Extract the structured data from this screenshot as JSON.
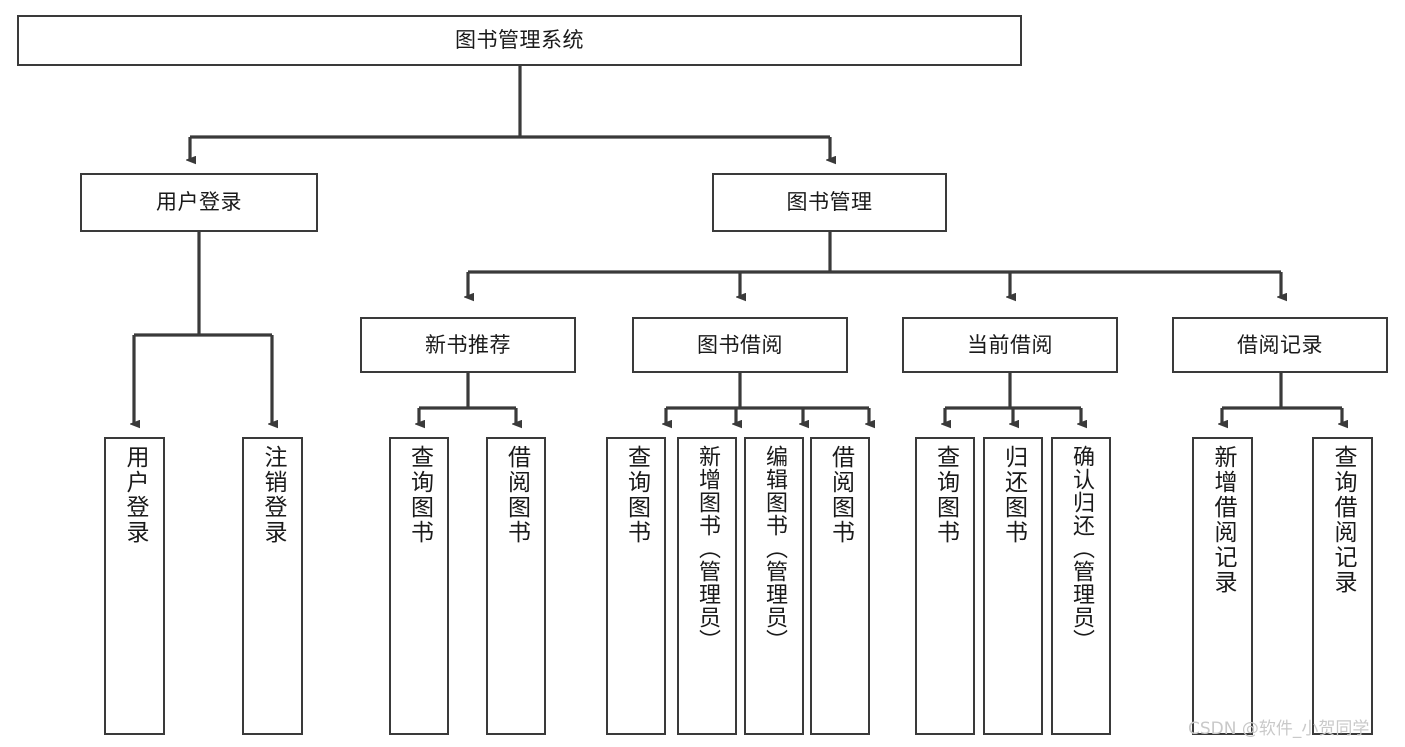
{
  "diagram": {
    "type": "tree",
    "title": "图书管理系统",
    "root": {
      "id": "root",
      "label": "图书管理系统"
    },
    "level1": [
      {
        "id": "user-login",
        "label": "用户登录"
      },
      {
        "id": "book-management",
        "label": "图书管理"
      }
    ],
    "level2": [
      {
        "id": "new-book-recommend",
        "label": "新书推荐",
        "parent": "book-management"
      },
      {
        "id": "book-borrow",
        "label": "图书借阅",
        "parent": "book-management"
      },
      {
        "id": "current-borrow",
        "label": "当前借阅",
        "parent": "book-management"
      },
      {
        "id": "borrow-record",
        "label": "借阅记录",
        "parent": "book-management"
      }
    ],
    "leaves": {
      "user-login": [
        {
          "id": "leaf-user-login",
          "label": "用户登录"
        },
        {
          "id": "leaf-user-logout",
          "label": "注销登录"
        }
      ],
      "new-book-recommend": [
        {
          "id": "leaf-query-book-1",
          "label": "查询图书"
        },
        {
          "id": "leaf-borrow-book-1",
          "label": "借阅图书"
        }
      ],
      "book-borrow": [
        {
          "id": "leaf-query-book-2",
          "label": "查询图书"
        },
        {
          "id": "leaf-add-book",
          "label": "新增图书（管理员）"
        },
        {
          "id": "leaf-edit-book",
          "label": "编辑图书（管理员）"
        },
        {
          "id": "leaf-borrow-book-2",
          "label": "借阅图书"
        }
      ],
      "current-borrow": [
        {
          "id": "leaf-query-book-3",
          "label": "查询图书"
        },
        {
          "id": "leaf-return-book",
          "label": "归还图书"
        },
        {
          "id": "leaf-confirm-return",
          "label": "确认归还（管理员）"
        }
      ],
      "borrow-record": [
        {
          "id": "leaf-add-record",
          "label": "新增借阅记录"
        },
        {
          "id": "leaf-query-record",
          "label": "查询借阅记录"
        }
      ]
    }
  },
  "watermark": {
    "text": "CSDN @软件_小贺同学"
  },
  "colors": {
    "background": "#ffffff",
    "node_border": "#3a3a3a",
    "node_fill": "#ffffff",
    "edge": "#3a3a3a",
    "text": "#1a1a1a",
    "watermark": "#c9c9c9"
  }
}
